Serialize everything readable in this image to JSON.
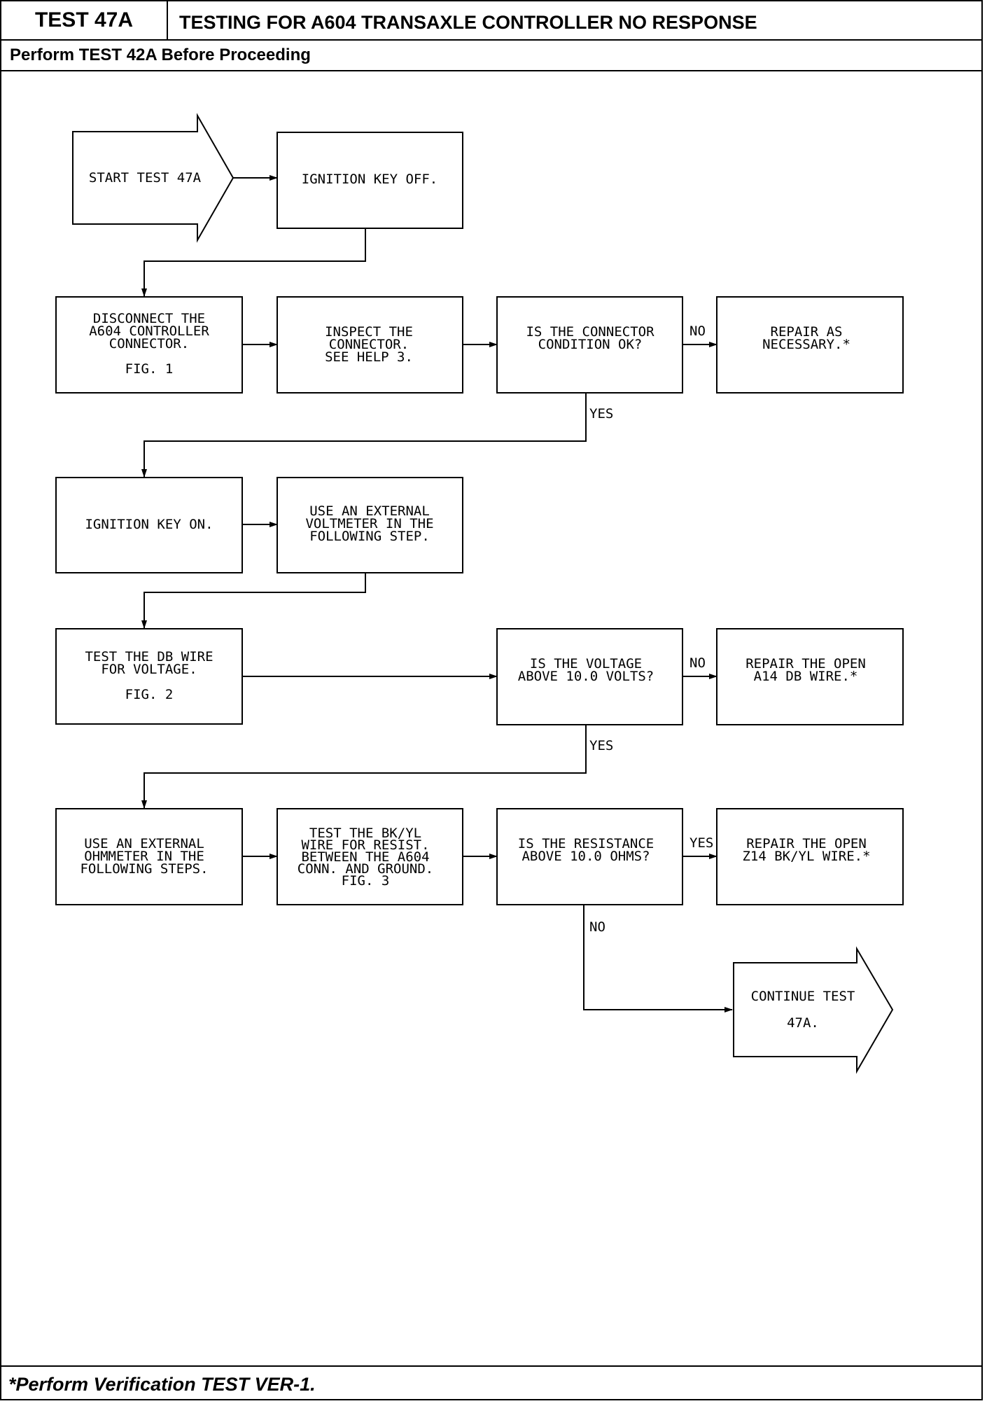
{
  "header": {
    "test_id": "TEST 47A",
    "title": "TESTING FOR A604 TRANSAXLE CONTROLLER NO RESPONSE",
    "prerequisite": "Perform TEST 42A Before Proceeding"
  },
  "flowchart": {
    "nodes": {
      "start": [
        "START TEST 47A"
      ],
      "ign_off": [
        "IGNITION KEY OFF."
      ],
      "disconnect": [
        "DISCONNECT THE",
        "A604 CONTROLLER",
        "CONNECTOR.",
        "",
        "FIG. 1"
      ],
      "inspect": [
        "INSPECT THE",
        "CONNECTOR.",
        "SEE HELP 3."
      ],
      "conn_ok": [
        "IS THE CONNECTOR",
        "CONDITION OK?"
      ],
      "repair1": [
        "REPAIR AS",
        "NECESSARY.*"
      ],
      "ign_on": [
        "IGNITION KEY ON."
      ],
      "voltmeter": [
        "USE AN EXTERNAL",
        "VOLTMETER IN THE",
        "FOLLOWING STEP."
      ],
      "test_db": [
        "TEST THE DB WIRE",
        "FOR VOLTAGE.",
        "",
        "FIG. 2"
      ],
      "volt_q": [
        "IS THE VOLTAGE",
        "ABOVE 10.0 VOLTS?"
      ],
      "repair2": [
        "REPAIR THE OPEN",
        "A14 DB WIRE.*"
      ],
      "ohmmeter": [
        "USE AN EXTERNAL",
        "OHMMETER IN THE",
        "FOLLOWING STEPS."
      ],
      "test_bkyl": [
        "TEST THE BK/YL",
        "WIRE FOR RESIST.",
        "BETWEEN THE A604",
        "CONN. AND GROUND.",
        "FIG. 3"
      ],
      "res_q": [
        "IS THE RESISTANCE",
        "ABOVE 10.0 OHMS?"
      ],
      "repair3": [
        "REPAIR THE OPEN",
        "Z14 BK/YL WIRE.*"
      ],
      "continue": [
        "CONTINUE TEST",
        "47A."
      ]
    },
    "labels": {
      "no1": "NO",
      "yes1": "YES",
      "no2": "NO",
      "yes2": "YES",
      "yes3": "YES",
      "no3": "NO"
    }
  },
  "footer": {
    "note": "*Perform Verification TEST VER-1."
  }
}
